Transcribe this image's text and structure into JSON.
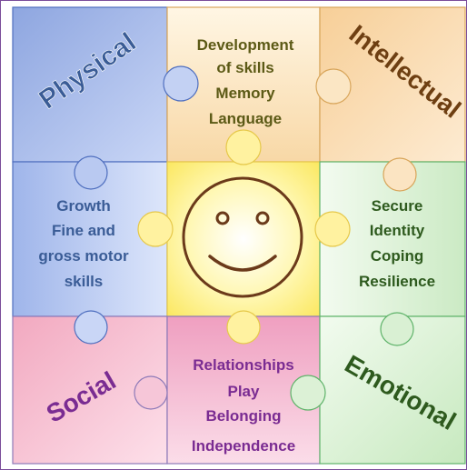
{
  "pieces": {
    "physical": {
      "title": "Physical"
    },
    "intellectual": {
      "title": "Intellectual"
    },
    "social": {
      "title": "Social"
    },
    "emotional": {
      "title": "Emotional"
    },
    "top_center": {
      "lines": [
        "Development",
        "of skills",
        "Memory",
        "Language"
      ]
    },
    "middle_left": {
      "lines": [
        "Growth",
        "Fine and",
        "gross motor",
        "skills"
      ]
    },
    "middle_right": {
      "lines": [
        "Secure",
        "Identity",
        "Coping",
        "Resilience"
      ]
    },
    "bottom_center": {
      "lines": [
        "Relationships",
        "Play",
        "Belonging",
        "Independence"
      ]
    },
    "center": {
      "icon": "smiley-face-icon"
    }
  },
  "colors": {
    "physical": "#9cb2e4",
    "intellectual": "#f9d6a4",
    "social": "#f6b9cc",
    "emotional": "#d3eed0",
    "top_center": "#fbe3bc",
    "middle_left": "#b0c3ee",
    "middle_right": "#e1f3dc",
    "bottom_center": "#f3bfd5",
    "center": "#fdf07a",
    "blue_text": "#3a5c96",
    "brown_text": "#6e3f12",
    "olive_text": "#5c5a16",
    "green_text": "#2e5a1e",
    "purple_text": "#7a2c92",
    "frame": "#7a4d9a"
  }
}
